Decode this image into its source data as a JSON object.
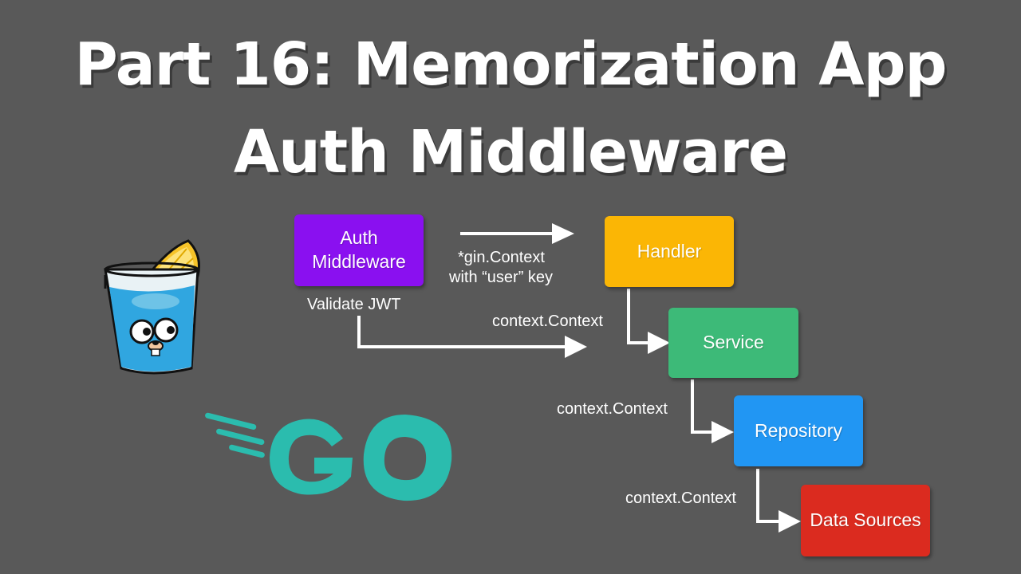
{
  "title": {
    "line1": "Part 16: Memorization App",
    "line2": "Auth Middleware"
  },
  "colors": {
    "background": "#595959",
    "auth_middleware": "#8a10f0",
    "handler": "#fbb605",
    "service": "#3dba78",
    "repository": "#2196f3",
    "data_sources": "#db2b1f",
    "go_logo": "#2bbcae",
    "arrows": "#ffffff"
  },
  "diagram": {
    "nodes": {
      "auth_middleware": "Auth\nMiddleware",
      "handler": "Handler",
      "service": "Service",
      "repository": "Repository",
      "data_sources": "Data Sources"
    },
    "labels": {
      "validate_jwt": "Validate JWT",
      "gin_context_line1": "*gin.Context",
      "gin_context_line2": "with “user” key",
      "context_to_service": "context.Context",
      "context_to_repository": "context.Context",
      "context_to_data_sources": "context.Context"
    }
  },
  "logos": {
    "gopher_icon": "gopher-in-glass-with-lemon",
    "go_logo_icon": "go-logo"
  }
}
